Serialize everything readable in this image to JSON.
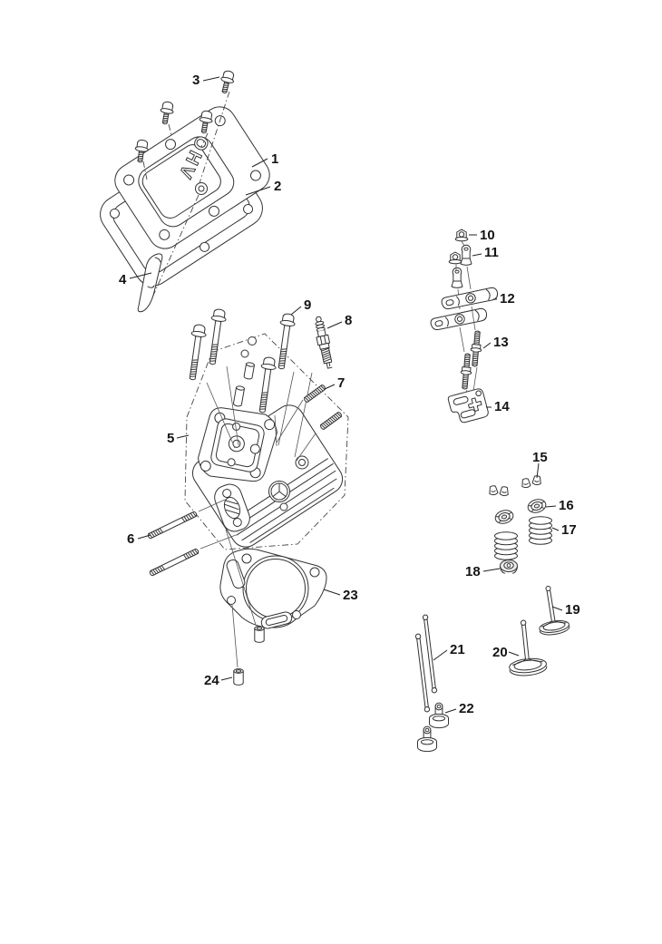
{
  "diagram": {
    "kind": "exploded-parts-diagram",
    "cover_text": "OHV",
    "colors": {
      "background": "#ffffff",
      "line": "#333333",
      "label": "#141414"
    },
    "parts": [
      {
        "number": "1"
      },
      {
        "number": "2"
      },
      {
        "number": "3"
      },
      {
        "number": "4"
      },
      {
        "number": "5"
      },
      {
        "number": "6"
      },
      {
        "number": "7"
      },
      {
        "number": "8"
      },
      {
        "number": "9"
      },
      {
        "number": "10"
      },
      {
        "number": "11"
      },
      {
        "number": "12"
      },
      {
        "number": "13"
      },
      {
        "number": "14"
      },
      {
        "number": "15"
      },
      {
        "number": "16"
      },
      {
        "number": "17"
      },
      {
        "number": "18"
      },
      {
        "number": "19"
      },
      {
        "number": "20"
      },
      {
        "number": "21"
      },
      {
        "number": "22"
      },
      {
        "number": "23"
      },
      {
        "number": "24"
      }
    ]
  }
}
